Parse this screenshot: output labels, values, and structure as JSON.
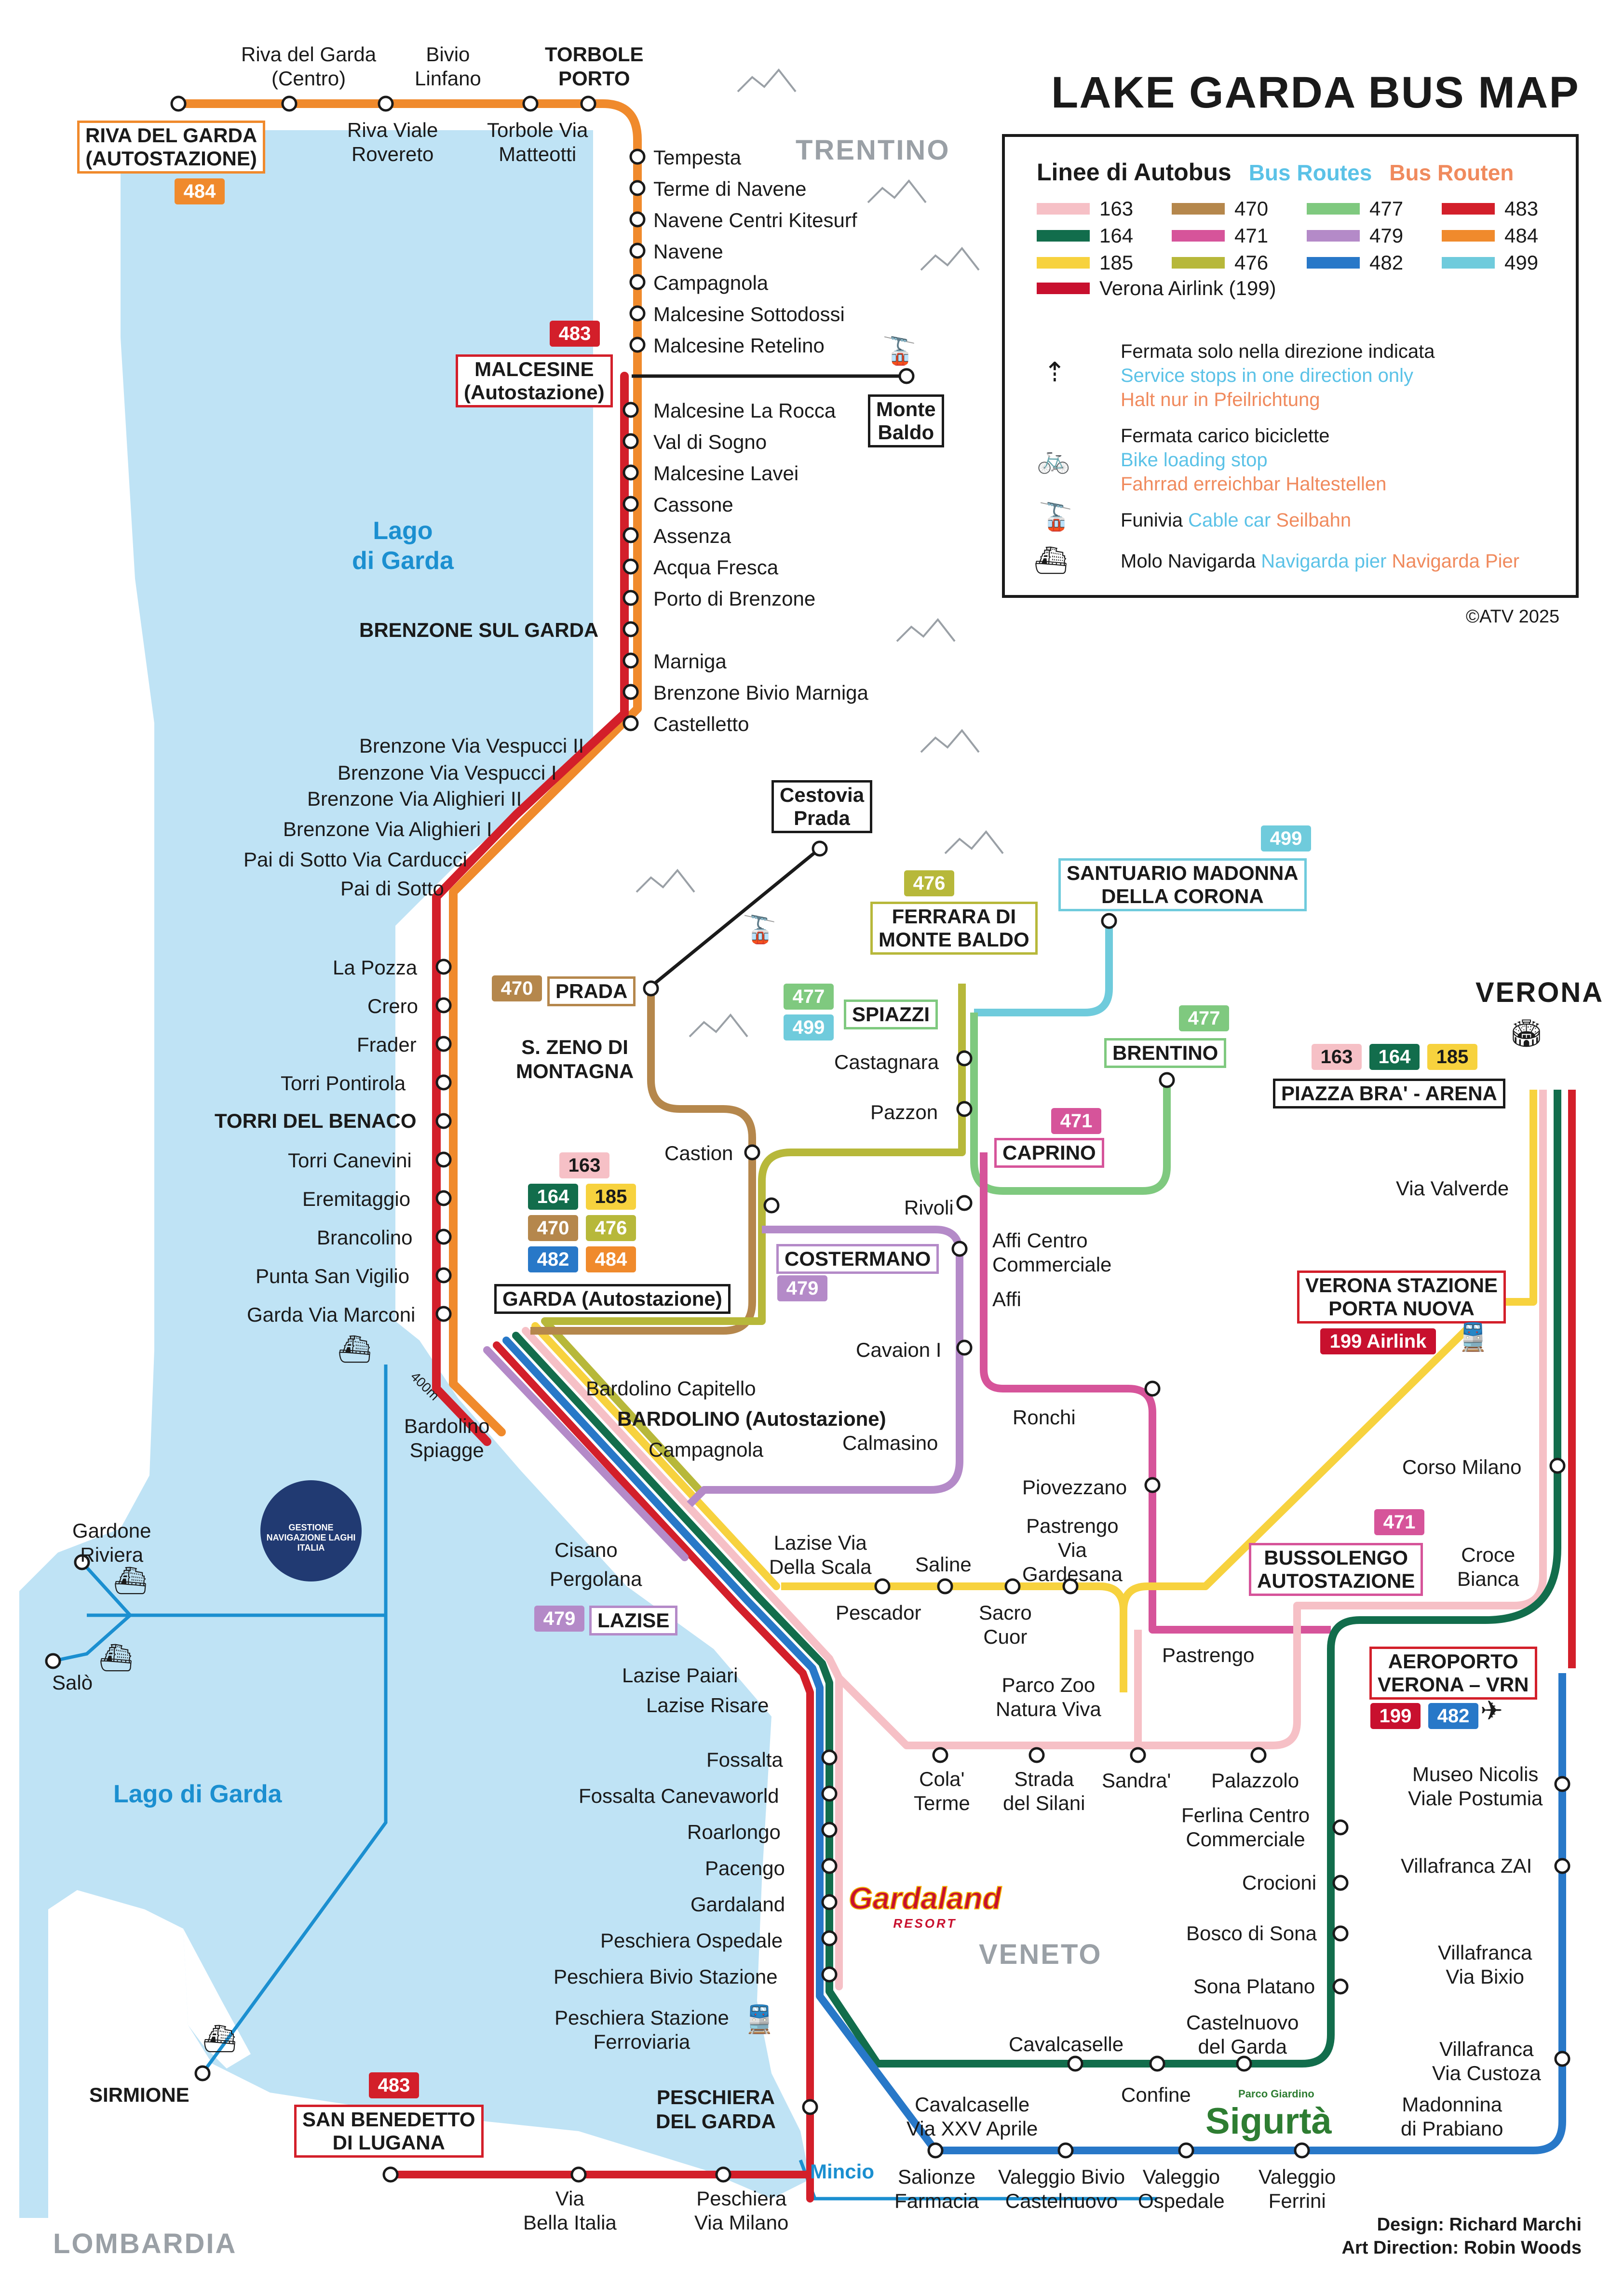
{
  "title": "LAKE GARDA BUS MAP",
  "copyright": "©ATV 2025",
  "credits": [
    "Design: Richard Marchi",
    "Art Direction: Robin Woods"
  ],
  "regions": {
    "trentino": "TRENTINO",
    "veneto": "VENETO",
    "lombardia": "LOMBARDIA",
    "verona": "VERONA"
  },
  "lakes": [
    "Lago\ndi Garda",
    "Lago di Garda"
  ],
  "river": "Mincio",
  "colors": {
    "163": "#f6c0c6",
    "164": "#126d4c",
    "185": "#f7d23e",
    "470": "#b5874c",
    "471": "#d6549a",
    "476": "#b7b83a",
    "477": "#7fc97f",
    "479": "#b48ac8",
    "482": "#2878c8",
    "483": "#d31f2a",
    "484": "#f08a2c",
    "499": "#6fcbdc",
    "199": "#c8102e",
    "water": "#bfe3f5",
    "ferry": "#1b8fd0"
  },
  "legend": {
    "heading": "Linee di Autobus",
    "heading_en": "Bus Routes",
    "heading_de": "Bus Routen",
    "routes": [
      {
        "label": "163",
        "color": "#f6c0c6"
      },
      {
        "label": "470",
        "color": "#b5874c"
      },
      {
        "label": "477",
        "color": "#7fc97f"
      },
      {
        "label": "483",
        "color": "#d31f2a"
      },
      {
        "label": "164",
        "color": "#126d4c"
      },
      {
        "label": "471",
        "color": "#d6549a"
      },
      {
        "label": "479",
        "color": "#b48ac8"
      },
      {
        "label": "484",
        "color": "#f08a2c"
      },
      {
        "label": "185",
        "color": "#f7d23e"
      },
      {
        "label": "476",
        "color": "#b7b83a"
      },
      {
        "label": "482",
        "color": "#2878c8"
      },
      {
        "label": "499",
        "color": "#6fcbdc"
      }
    ],
    "airlink": "Verona Airlink (199)",
    "oneway": {
      "it": "Fermata solo nella direzione indicata",
      "en": "Service stops in one direction only",
      "de": "Halt nur in Pfeilrichtung"
    },
    "bike": {
      "it": "Fermata carico biciclette",
      "en": "Bike loading stop",
      "de": "Fahrrad erreichbar Haltestellen"
    },
    "cable": {
      "it": "Funivia",
      "en": "Cable car",
      "de": "Seilbahn"
    },
    "pier": {
      "it": "Molo Navigarda",
      "en": "Navigarda pier",
      "de": "Navigarda Pier"
    }
  },
  "stops": {
    "riva_centro": "Riva del Garda\n(Centro)",
    "bivio_linfano": "Bivio\nLinfano",
    "torbole_porto": "TORBOLE\nPORTO",
    "riva_rovereto": "Riva Viale\nRovereto",
    "torbole_matteotti": "Torbole Via\nMatteotti",
    "tempesta": "Tempesta",
    "terme_navene": "Terme di Navene",
    "navene_kite": "Navene Centri Kitesurf",
    "navene": "Navene",
    "campagnola_n": "Campagnola",
    "malc_sottodossi": "Malcesine Sottodossi",
    "malc_retelino": "Malcesine Retelino",
    "malc_rocca": "Malcesine La Rocca",
    "val_sogno": "Val di Sogno",
    "malc_lavei": "Malcesine Lavei",
    "cassone": "Cassone",
    "assenza": "Assenza",
    "acqua_fresca": "Acqua Fresca",
    "porto_brenzone": "Porto di Brenzone",
    "brenzone": "BRENZONE SUL GARDA",
    "marniga": "Marniga",
    "brenzone_marniga": "Brenzone Bivio Marniga",
    "castelletto": "Castelletto",
    "vespucci2": "Brenzone Via Vespucci II",
    "vespucci1": "Brenzone Via Vespucci I",
    "alighieri2": "Brenzone Via Alighieri II",
    "alighieri1": "Brenzone Via Alighieri I",
    "pai_carducci": "Pai di Sotto Via Carducci",
    "pai_sotto": "Pai di Sotto",
    "la_pozza": "La Pozza",
    "crero": "Crero",
    "frader": "Frader",
    "torri_pontirola": "Torri Pontirola",
    "torri": "TORRI DEL BENACO",
    "torri_canevini": "Torri Canevini",
    "eremitaggio": "Eremitaggio",
    "brancolino": "Brancolino",
    "punta_vigilio": "Punta San Vigilio",
    "garda_marconi": "Garda Via Marconi",
    "bardolino_spiagge": "Bardolino\nSpiagge",
    "bardolino_capitello": "Bardolino Capitello",
    "bardolino": "BARDOLINO (Autostazione)",
    "campagnola_b": "Campagnola",
    "calmasino": "Calmasino",
    "cisano": "Cisano",
    "pergolana": "Pergolana",
    "lazise_scala": "Lazise Via\nDella Scala",
    "lazise_paiari": "Lazise Paiari",
    "lazise_risare": "Lazise Risare",
    "fossalta": "Fossalta",
    "canevaworld": "Fossalta Canevaworld",
    "roarlongo": "Roarlongo",
    "pacengo": "Pacengo",
    "gardaland": "Gardaland",
    "pesch_ospedale": "Peschiera Ospedale",
    "pesch_bivio": "Peschiera Bivio Stazione",
    "pesch_stazione": "Peschiera Stazione\nFerroviaria",
    "s_zeno": "S. ZENO DI\nMONTAGNA",
    "castion": "Castion",
    "castagnara": "Castagnara",
    "pazzon": "Pazzon",
    "rivoli": "Rivoli",
    "affi_cc": "Affi Centro\nCommerciale",
    "affi": "Affi",
    "cavaion": "Cavaion I",
    "ronchi": "Ronchi",
    "piovezzano": "Piovezzano",
    "pastrengo_gardesana": "Pastrengo\nVia\nGardesana",
    "saline": "Saline",
    "pescador": "Pescador",
    "sacro_cuor": "Sacro\nCuor",
    "pastrengo": "Pastrengo",
    "parco_zoo": "Parco Zoo\nNatura Viva",
    "cola": "Cola'\nTerme",
    "silani": "Strada\ndel Silani",
    "sandra": "Sandra'",
    "palazzolo": "Palazzolo",
    "croce_bianca": "Croce\nBianca",
    "via_valverde": "Via Valverde",
    "corso_milano": "Corso Milano",
    "ferlina": "Ferlina Centro\nCommerciale",
    "crocioni": "Crocioni",
    "bosco_sona": "Bosco di Sona",
    "sona_platano": "Sona Platano",
    "castelnuovo": "Castelnuovo\ndel Garda",
    "cavalcaselle": "Cavalcaselle",
    "cavalcaselle_xxv": "Cavalcaselle\nVia XXV Aprile",
    "confine": "Confine",
    "museo": "Museo Nicolis\nViale Postumia",
    "villafranca_zai": "Villafranca ZAI",
    "villafranca_bixio": "Villafranca\nVia Bixio",
    "villafranca_custoza": "Villafranca\nVia Custoza",
    "madonnina": "Madonnina\ndi Prabiano",
    "salionze": "Salionze\nFarmacia",
    "valeggio_bivio": "Valeggio Bivio\nCastelnuovo",
    "valeggio_osp": "Valeggio\nOspedale",
    "valeggio_ferrini": "Valeggio\nFerrini",
    "bella_italia": "Via\nBella Italia",
    "peschiera_milano": "Peschiera\nVia Milano",
    "gardone": "Gardone\nRiviera",
    "salo": "Salò",
    "sirmione": "SIRMIONE",
    "dist_400": "400m"
  },
  "hubs": {
    "riva": "RIVA DEL GARDA\n(AUTOSTAZIONE)",
    "malcesine": "MALCESINE\n(Autostazione)",
    "monte_baldo": "Monte\nBaldo",
    "cestovia": "Cestovia\nPrada",
    "prada": "PRADA",
    "ferrara": "FERRARA DI\nMONTE BALDO",
    "santuario": "SANTUARIO MADONNA\nDELLA CORONA",
    "spiazzi": "SPIAZZI",
    "brentino": "BRENTINO",
    "caprino": "CAPRINO",
    "costermano": "COSTERMANO",
    "garda": "GARDA (Autostazione)",
    "lazise": "LAZISE",
    "piazza_bra": "PIAZZA BRA' - ARENA",
    "verona_pn": "VERONA STAZIONE\nPORTA NUOVA",
    "bussolengo": "BUSSOLENGO\nAUTOSTAZIONE",
    "aeroporto": "AEROPORTO\nVERONA – VRN",
    "san_benedetto": "SAN BENEDETTO\nDI LUGANA",
    "peschiera": "PESCHIERA\nDEL GARDA"
  },
  "badges": {
    "riva": [
      "484"
    ],
    "malcesine": [
      "483"
    ],
    "prada": [
      "470"
    ],
    "ferrara": [
      "476"
    ],
    "santuario": [
      "499"
    ],
    "spiazzi": [
      "477",
      "499"
    ],
    "brentino": [
      "477"
    ],
    "caprino": [
      "471"
    ],
    "garda": [
      "163",
      "164",
      "185",
      "470",
      "476",
      "482",
      "484"
    ],
    "costermano": [
      "479"
    ],
    "lazise": [
      "479"
    ],
    "piazza_bra": [
      "163",
      "164",
      "185"
    ],
    "verona_pn": [
      "199 Airlink"
    ],
    "bussolengo": [
      "471"
    ],
    "aeroporto": [
      "199",
      "482"
    ],
    "san_benedetto": [
      "483"
    ]
  },
  "brands": {
    "gardaland": "Gardaland",
    "gardaland_sub": "RESORT",
    "sigurta": "Sigurtà",
    "sigurta_sub": "Parco Giardino",
    "navigazione": "GESTIONE NAVIGAZIONE LAGHI ITALIA"
  }
}
